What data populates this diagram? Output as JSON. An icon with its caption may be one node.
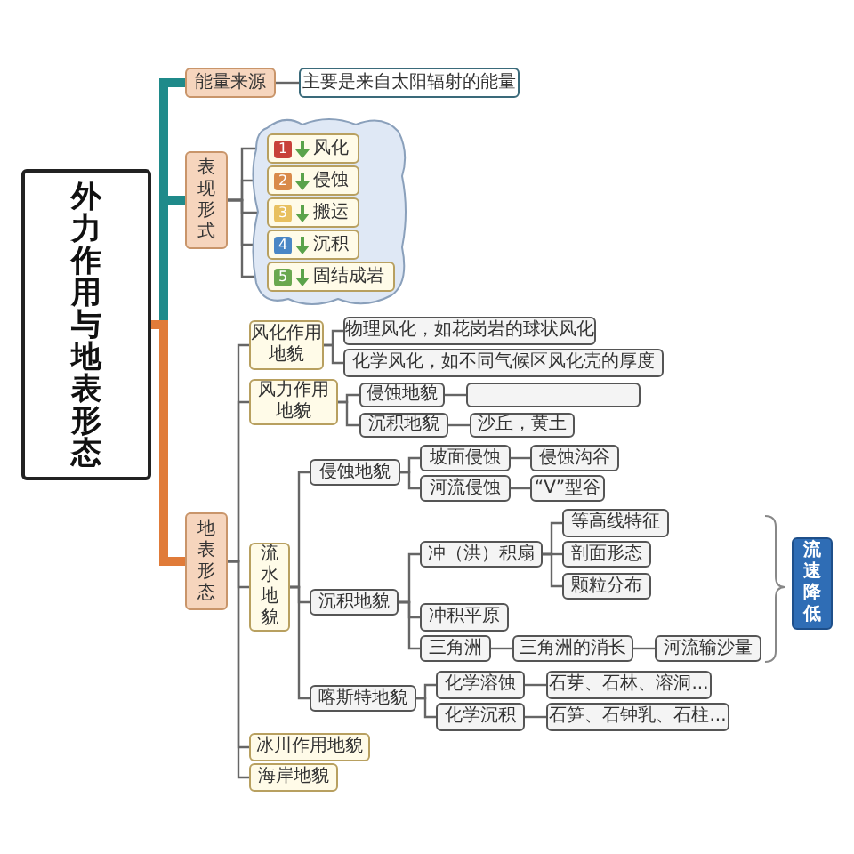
{
  "diagram": {
    "nodes": [
      {
        "text": [
          "外力作用与地表形态"
        ]
      },
      {
        "text": [
          "能量来源"
        ]
      },
      {
        "text": [
          "主要是来自太阳辐射的能量"
        ]
      },
      {
        "text": [
          "表现形式"
        ]
      },
      {
        "text": [],
        "shape": "cloud"
      },
      {
        "text": [
          "1",
          "风化"
        ],
        "in": 4
      },
      {
        "text": [
          "2",
          "侵蚀"
        ],
        "in": 4
      },
      {
        "text": [
          "3",
          "搬运"
        ],
        "in": 4
      },
      {
        "text": [
          "4",
          "沉积"
        ],
        "in": 4
      },
      {
        "text": [
          "5",
          "固结成岩"
        ],
        "in": 4
      },
      {
        "text": [
          "风化作用地貌"
        ]
      },
      {
        "text": [
          "物理风化，如花岗岩的球状风化"
        ]
      },
      {
        "text": [
          "化学风化，如不同气候区风化壳的厚度"
        ]
      },
      {
        "text": [
          "风力作用地貌"
        ]
      },
      {
        "text": [
          "侵蚀地貌"
        ]
      },
      {
        "text": [],
        "shape": "box"
      },
      {
        "text": [
          "沉积地貌"
        ]
      },
      {
        "text": [
          "沙丘，黄土"
        ]
      },
      {
        "text": [
          "侵蚀地貌"
        ]
      },
      {
        "text": [
          "坡面侵蚀"
        ]
      },
      {
        "text": [
          "河流侵蚀"
        ]
      },
      {
        "text": [
          "侵蚀沟谷"
        ]
      },
      {
        "text": [
          "“V”型谷"
        ]
      },
      {
        "text": [
          "地表形态"
        ]
      },
      {
        "text": [
          "流水地貌"
        ]
      },
      {
        "text": [
          "沉积地貌"
        ]
      },
      {
        "text": [
          "冲（洪）积扇"
        ]
      },
      {
        "text": [
          "等高线特征"
        ]
      },
      {
        "text": [
          "剖面形态"
        ]
      },
      {
        "text": [
          "颗粒分布"
        ]
      },
      {
        "text": [
          "冲积平原"
        ]
      },
      {
        "text": [
          "三角洲"
        ]
      },
      {
        "text": [
          "三角洲的消长"
        ]
      },
      {
        "text": [
          "河流输沙量"
        ]
      },
      {
        "text": [
          "喀斯特地貌"
        ]
      },
      {
        "text": [
          "化学溶蚀"
        ]
      },
      {
        "text": [
          "化学沉积"
        ]
      },
      {
        "text": [
          "石芽、石林、溶洞..."
        ]
      },
      {
        "text": [
          "石笋、石钟乳、石柱..."
        ]
      },
      {
        "text": [
          "冰川作用地貌"
        ]
      },
      {
        "text": [
          "海岸地貌"
        ]
      },
      {
        "text": [
          "流速降低"
        ]
      }
    ],
    "edges": [
      {
        "from": 0,
        "to": 1,
        "arrow": "none",
        "style": "thick",
        "color": "#1f8a8a"
      },
      {
        "from": 0,
        "to": 3,
        "arrow": "none",
        "style": "thick",
        "color": "#1f8a8a"
      },
      {
        "from": 0,
        "to": 23,
        "arrow": "none",
        "style": "thick",
        "color": "#e07b39"
      },
      {
        "from": 1,
        "to": 2,
        "arrow": "none"
      },
      {
        "from": 3,
        "to": 5,
        "arrow": "none"
      },
      {
        "from": 3,
        "to": 6,
        "arrow": "none"
      },
      {
        "from": 3,
        "to": 7,
        "arrow": "none"
      },
      {
        "from": 3,
        "to": 8,
        "arrow": "none"
      },
      {
        "from": 3,
        "to": 9,
        "arrow": "none"
      },
      {
        "from": 23,
        "to": 10,
        "arrow": "none"
      },
      {
        "from": 23,
        "to": 13,
        "arrow": "none"
      },
      {
        "from": 23,
        "to": 24,
        "arrow": "none"
      },
      {
        "from": 23,
        "to": 39,
        "arrow": "none"
      },
      {
        "from": 23,
        "to": 40,
        "arrow": "none"
      },
      {
        "from": 10,
        "to": 11,
        "arrow": "none"
      },
      {
        "from": 10,
        "to": 12,
        "arrow": "none"
      },
      {
        "from": 13,
        "to": 14,
        "arrow": "none"
      },
      {
        "from": 13,
        "to": 16,
        "arrow": "none"
      },
      {
        "from": 14,
        "to": 15,
        "arrow": "none"
      },
      {
        "from": 16,
        "to": 17,
        "arrow": "none"
      },
      {
        "from": 24,
        "to": 18,
        "arrow": "none"
      },
      {
        "from": 24,
        "to": 25,
        "arrow": "none"
      },
      {
        "from": 24,
        "to": 34,
        "arrow": "none"
      },
      {
        "from": 18,
        "to": 19,
        "arrow": "none"
      },
      {
        "from": 18,
        "to": 20,
        "arrow": "none"
      },
      {
        "from": 19,
        "to": 21,
        "arrow": "none"
      },
      {
        "from": 20,
        "to": 22,
        "arrow": "none"
      },
      {
        "from": 25,
        "to": 26,
        "arrow": "none"
      },
      {
        "from": 25,
        "to": 30,
        "arrow": "none"
      },
      {
        "from": 25,
        "to": 31,
        "arrow": "none"
      },
      {
        "from": 26,
        "to": 27,
        "arrow": "none"
      },
      {
        "from": 26,
        "to": 28,
        "arrow": "none"
      },
      {
        "from": 26,
        "to": 29,
        "arrow": "none"
      },
      {
        "from": 31,
        "to": 32,
        "arrow": "none"
      },
      {
        "from": 32,
        "to": 33,
        "arrow": "none"
      },
      {
        "from": 34,
        "to": 35,
        "arrow": "none"
      },
      {
        "from": 34,
        "to": 36,
        "arrow": "none"
      },
      {
        "from": 35,
        "to": 37,
        "arrow": "none"
      },
      {
        "from": 36,
        "to": 38,
        "arrow": "none"
      }
    ]
  }
}
